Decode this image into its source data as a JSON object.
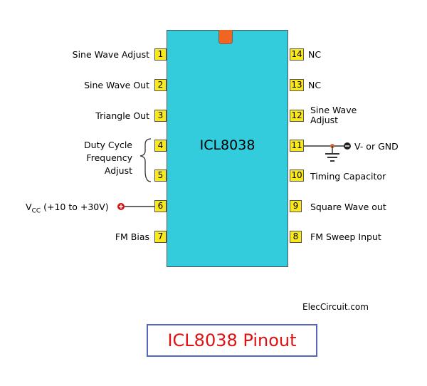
{
  "chip": {
    "name": "ICL8038",
    "body_color": "#33ccdd",
    "notch_color": "#ee6622",
    "pin_color": "#f8e81c"
  },
  "pins_left": [
    {
      "num": "1",
      "label": "Sine Wave Adjust"
    },
    {
      "num": "2",
      "label": "Sine Wave Out"
    },
    {
      "num": "3",
      "label": "Triangle Out"
    },
    {
      "num": "4",
      "label": ""
    },
    {
      "num": "5",
      "label": ""
    },
    {
      "num": "6",
      "label": ""
    },
    {
      "num": "7",
      "label": "FM Bias"
    }
  ],
  "pins_right": [
    {
      "num": "14",
      "label": "NC"
    },
    {
      "num": "13",
      "label": "NC"
    },
    {
      "num": "12",
      "label_line1": "Sine Wave",
      "label_line2": "Adjust"
    },
    {
      "num": "11",
      "label": "V- or GND"
    },
    {
      "num": "10",
      "label": "Timing Capacitor"
    },
    {
      "num": "9",
      "label": "Square Wave out"
    },
    {
      "num": "8",
      "label": "FM Sweep Input"
    }
  ],
  "duty_group": {
    "line1": "Duty Cycle",
    "line2": "Frequency",
    "line3": "Adjust"
  },
  "vcc": {
    "symbol": "V",
    "sub": "CC",
    "range": " (+10 to +30V)"
  },
  "credit": "ElecCircuit.com",
  "title": "ICL8038 Pinout",
  "colors": {
    "title": "#dd1111",
    "title_border": "#5566bb",
    "terminal": "#dd1111"
  }
}
